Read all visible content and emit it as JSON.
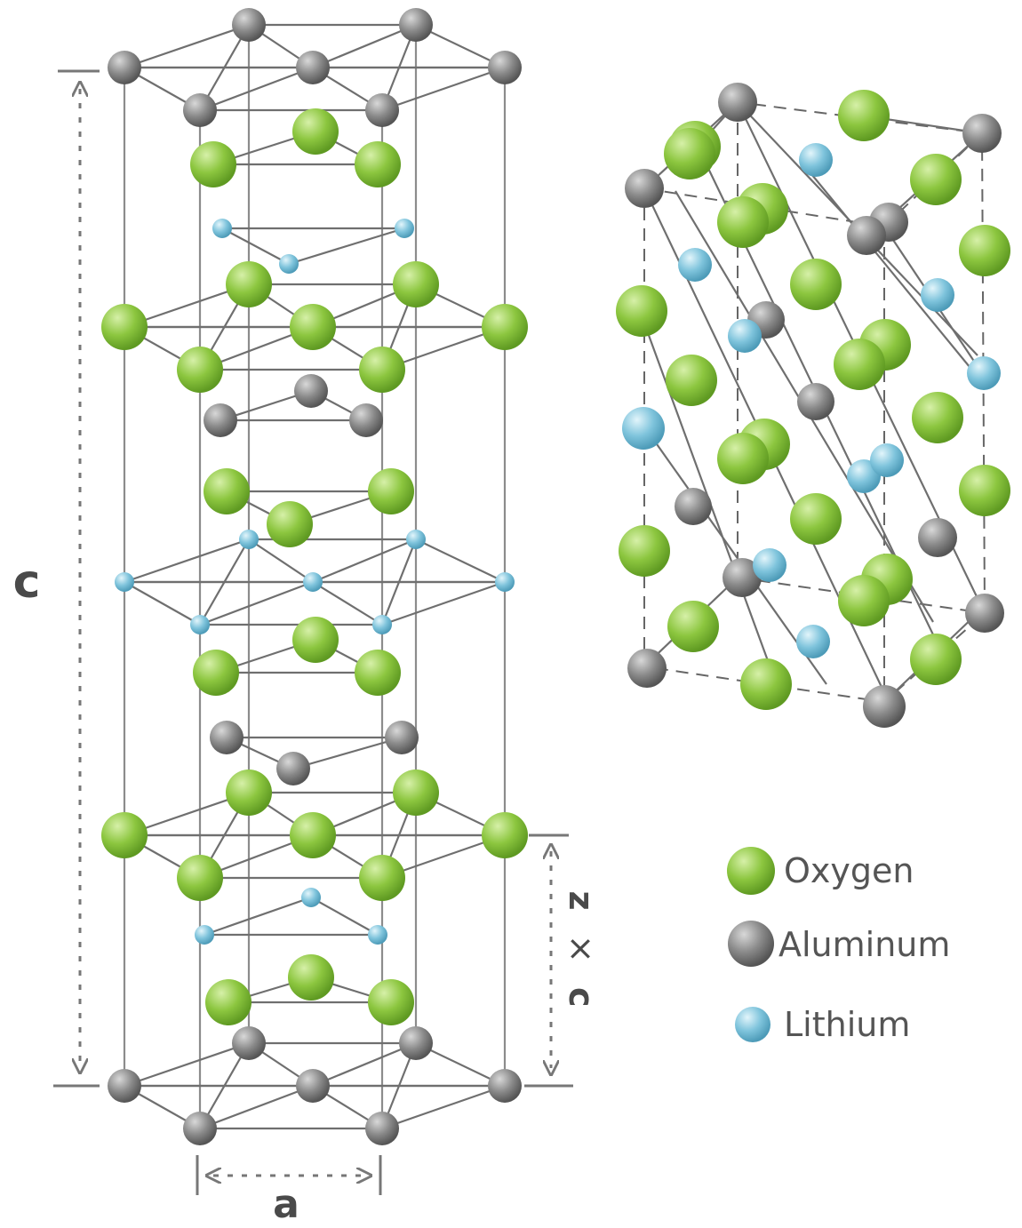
{
  "labels": {
    "c_axis": "c",
    "a_axis": "a",
    "zc_axis_parts": [
      "z",
      "×",
      "c"
    ]
  },
  "legend": [
    {
      "name": "Oxygen",
      "atom": "oxygen"
    },
    {
      "name": "Aluminum",
      "atom": "aluminum"
    },
    {
      "name": "Lithium",
      "atom": "lithium"
    }
  ],
  "colors": {
    "oxygen": "#8cc63f",
    "aluminum": "#8a8a8a",
    "lithium": "#7fc4dc",
    "bond": "#6f6f6f"
  }
}
